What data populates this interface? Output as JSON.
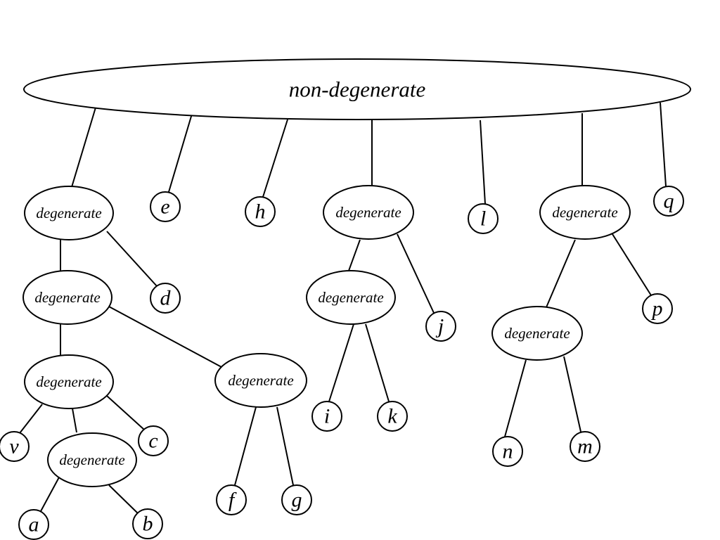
{
  "root": {
    "label": "non-degenerate"
  },
  "degenerate_nodes": [
    {
      "id": "D1",
      "label": "degenerate"
    },
    {
      "id": "D2",
      "label": "degenerate"
    },
    {
      "id": "D3",
      "label": "degenerate"
    },
    {
      "id": "D4",
      "label": "degenerate"
    },
    {
      "id": "D5",
      "label": "degenerate"
    },
    {
      "id": "D6",
      "label": "degenerate"
    },
    {
      "id": "D7",
      "label": "degenerate"
    },
    {
      "id": "D8",
      "label": "degenerate"
    },
    {
      "id": "D9",
      "label": "degenerate"
    },
    {
      "id": "D10",
      "label": "degenerate"
    }
  ],
  "leaves": [
    {
      "id": "a",
      "label": "a"
    },
    {
      "id": "b",
      "label": "b"
    },
    {
      "id": "c",
      "label": "c"
    },
    {
      "id": "d",
      "label": "d"
    },
    {
      "id": "e",
      "label": "e"
    },
    {
      "id": "f",
      "label": "f"
    },
    {
      "id": "g",
      "label": "g"
    },
    {
      "id": "h",
      "label": "h"
    },
    {
      "id": "i",
      "label": "i"
    },
    {
      "id": "j",
      "label": "j"
    },
    {
      "id": "k",
      "label": "k"
    },
    {
      "id": "l",
      "label": "l"
    },
    {
      "id": "m",
      "label": "m"
    },
    {
      "id": "n",
      "label": "n"
    },
    {
      "id": "p",
      "label": "p"
    },
    {
      "id": "q",
      "label": "q"
    },
    {
      "id": "v",
      "label": "v"
    }
  ],
  "edges": [
    [
      "root",
      "D1"
    ],
    [
      "root",
      "e"
    ],
    [
      "root",
      "h"
    ],
    [
      "root",
      "D7"
    ],
    [
      "root",
      "l"
    ],
    [
      "root",
      "D9"
    ],
    [
      "root",
      "q"
    ],
    [
      "D1",
      "D2"
    ],
    [
      "D1",
      "d"
    ],
    [
      "D2",
      "D3"
    ],
    [
      "D2",
      "D6"
    ],
    [
      "D3",
      "v"
    ],
    [
      "D3",
      "D4"
    ],
    [
      "D3",
      "c"
    ],
    [
      "D4",
      "a"
    ],
    [
      "D4",
      "b"
    ],
    [
      "D6",
      "f"
    ],
    [
      "D6",
      "g"
    ],
    [
      "D7",
      "D8"
    ],
    [
      "D7",
      "j"
    ],
    [
      "D8",
      "i"
    ],
    [
      "D8",
      "k"
    ],
    [
      "D9",
      "D10"
    ],
    [
      "D9",
      "p"
    ],
    [
      "D10",
      "n"
    ],
    [
      "D10",
      "m"
    ]
  ]
}
